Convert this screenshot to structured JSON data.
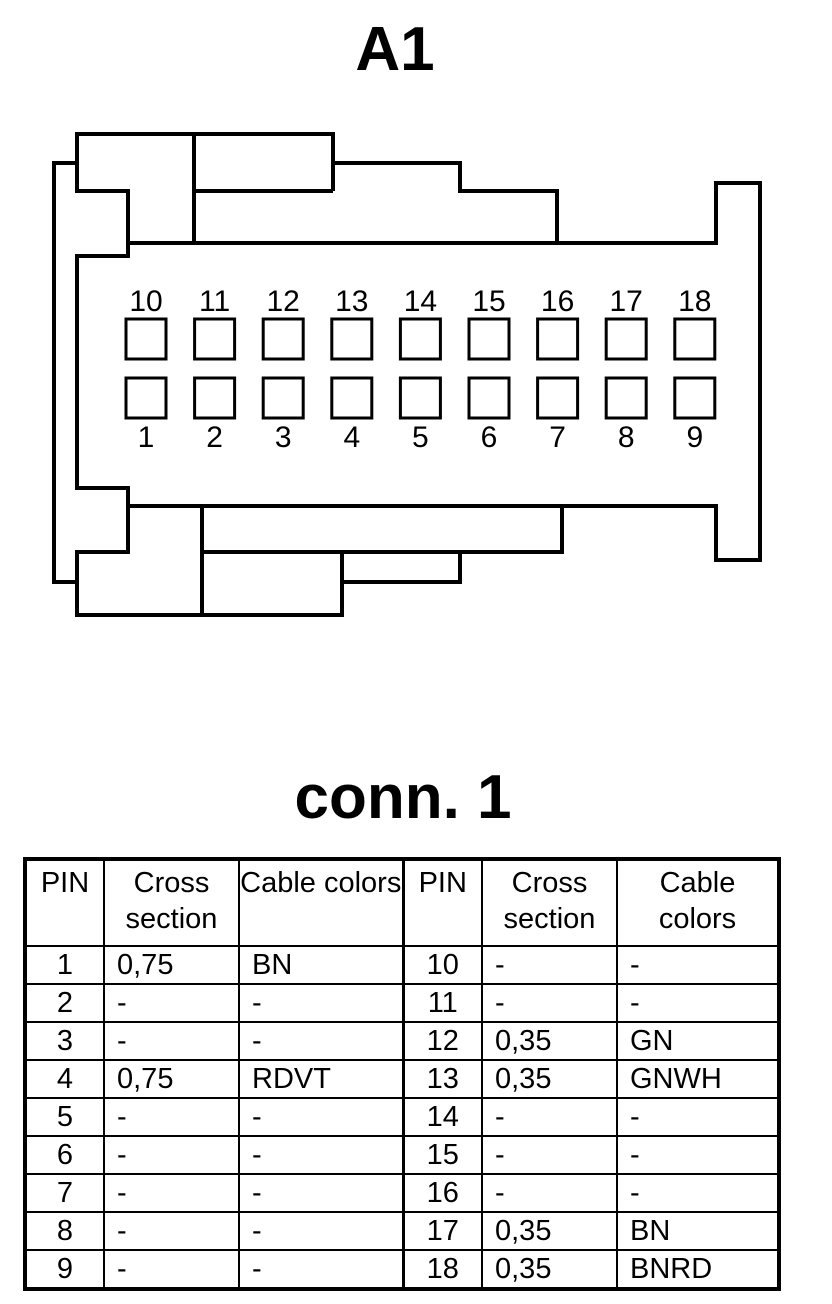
{
  "diagram": {
    "title": "A1",
    "subtitle": "conn. 1",
    "top_pins": [
      "10",
      "11",
      "12",
      "13",
      "14",
      "15",
      "16",
      "17",
      "18"
    ],
    "bottom_pins": [
      "1",
      "2",
      "3",
      "4",
      "5",
      "6",
      "7",
      "8",
      "9"
    ]
  },
  "table": {
    "headers": {
      "pin": "PIN",
      "cross_section": "Cross section",
      "cable_colors": "Cable colors"
    },
    "rows": [
      {
        "pin": "1",
        "cross": "0,75",
        "color": "BN",
        "pin2": "10",
        "cross2": "-",
        "color2": "-"
      },
      {
        "pin": "2",
        "cross": "-",
        "color": "-",
        "pin2": "11",
        "cross2": "-",
        "color2": "-"
      },
      {
        "pin": "3",
        "cross": "-",
        "color": "-",
        "pin2": "12",
        "cross2": "0,35",
        "color2": "GN"
      },
      {
        "pin": "4",
        "cross": "0,75",
        "color": "RDVT",
        "pin2": "13",
        "cross2": "0,35",
        "color2": "GNWH"
      },
      {
        "pin": "5",
        "cross": "-",
        "color": "-",
        "pin2": "14",
        "cross2": "-",
        "color2": "-"
      },
      {
        "pin": "6",
        "cross": "-",
        "color": "-",
        "pin2": "15",
        "cross2": "-",
        "color2": "-"
      },
      {
        "pin": "7",
        "cross": "-",
        "color": "-",
        "pin2": "16",
        "cross2": "-",
        "color2": "-"
      },
      {
        "pin": "8",
        "cross": "-",
        "color": "-",
        "pin2": "17",
        "cross2": "0,35",
        "color2": "BN"
      },
      {
        "pin": "9",
        "cross": "-",
        "color": "-",
        "pin2": "18",
        "cross2": "0,35",
        "color2": "BNRD"
      }
    ]
  }
}
